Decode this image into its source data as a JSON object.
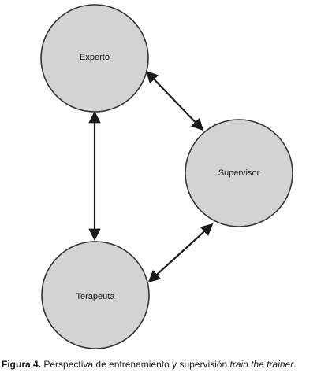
{
  "diagram": {
    "nodes": {
      "experto": "Experto",
      "supervisor": "Supervisor",
      "terapeuta": "Terapeuta"
    },
    "colors": {
      "node_fill": "#d3d3d3",
      "node_stroke": "#333333",
      "arrow": "#1a1a1a"
    }
  },
  "caption": {
    "label": "Figura 4.",
    "text": "Perspectiva de entrenamiento y supervisión",
    "italic": "train the trainer",
    "end": "."
  }
}
